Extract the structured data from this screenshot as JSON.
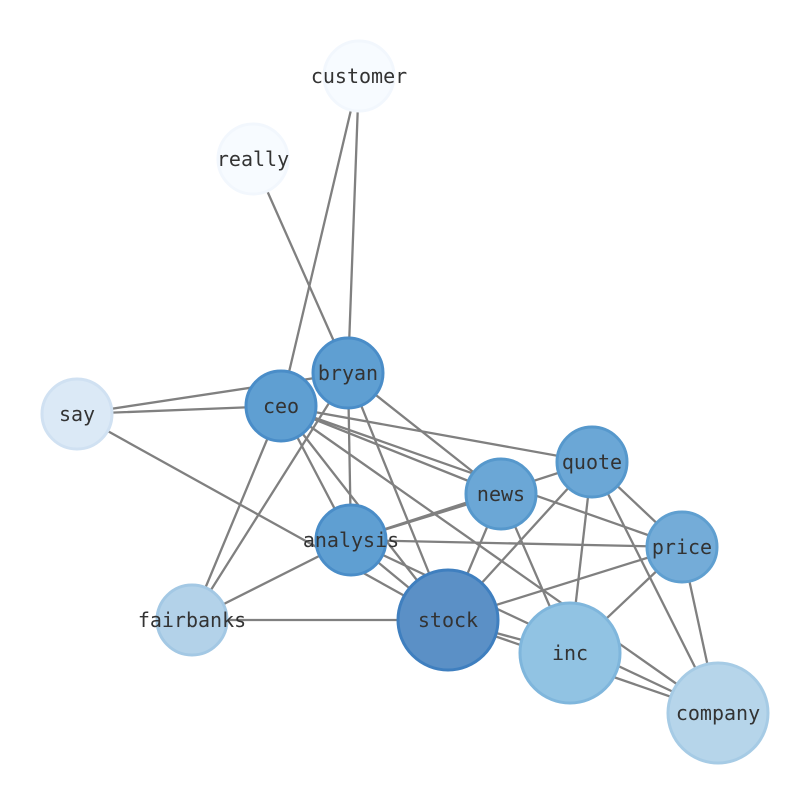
{
  "graph": {
    "nodes": [
      {
        "id": "customer",
        "label": "customer",
        "fill": "#f7fbff",
        "stroke": "#f2f7fd"
      },
      {
        "id": "really",
        "label": "really",
        "fill": "#f7fbff",
        "stroke": "#f2f7fd"
      },
      {
        "id": "say",
        "label": "say",
        "fill": "#dbe9f6",
        "stroke": "#d0e1f2"
      },
      {
        "id": "bryan",
        "label": "bryan",
        "fill": "#5f9fd2",
        "stroke": "#4a8dc8"
      },
      {
        "id": "ceo",
        "label": "ceo",
        "fill": "#5f9fd2",
        "stroke": "#4a8dc8"
      },
      {
        "id": "quote",
        "label": "quote",
        "fill": "#6ba7d6",
        "stroke": "#5698cc"
      },
      {
        "id": "news",
        "label": "news",
        "fill": "#6ba7d6",
        "stroke": "#5698cc"
      },
      {
        "id": "price",
        "label": "price",
        "fill": "#74acd8",
        "stroke": "#5f9fd0"
      },
      {
        "id": "analysis",
        "label": "analysis",
        "fill": "#5f9fd2",
        "stroke": "#4a8dc8"
      },
      {
        "id": "fairbanks",
        "label": "fairbanks",
        "fill": "#b3d2e9",
        "stroke": "#a3c8e4"
      },
      {
        "id": "stock",
        "label": "stock",
        "fill": "#5b90c6",
        "stroke": "#3f7fbf"
      },
      {
        "id": "inc",
        "label": "inc",
        "fill": "#91c3e3",
        "stroke": "#7fb6dc"
      },
      {
        "id": "company",
        "label": "company",
        "fill": "#b6d5ea",
        "stroke": "#a6cbe5"
      }
    ],
    "edges": [
      [
        "customer",
        "bryan"
      ],
      [
        "customer",
        "ceo"
      ],
      [
        "really",
        "bryan"
      ],
      [
        "say",
        "bryan"
      ],
      [
        "say",
        "ceo"
      ],
      [
        "say",
        "stock"
      ],
      [
        "bryan",
        "news"
      ],
      [
        "bryan",
        "analysis"
      ],
      [
        "bryan",
        "stock"
      ],
      [
        "bryan",
        "fairbanks"
      ],
      [
        "ceo",
        "quote"
      ],
      [
        "ceo",
        "news"
      ],
      [
        "ceo",
        "price"
      ],
      [
        "ceo",
        "analysis"
      ],
      [
        "ceo",
        "stock"
      ],
      [
        "ceo",
        "fairbanks"
      ],
      [
        "ceo",
        "company"
      ],
      [
        "quote",
        "analysis"
      ],
      [
        "quote",
        "price"
      ],
      [
        "quote",
        "stock"
      ],
      [
        "quote",
        "inc"
      ],
      [
        "quote",
        "company"
      ],
      [
        "news",
        "analysis"
      ],
      [
        "news",
        "stock"
      ],
      [
        "news",
        "inc"
      ],
      [
        "price",
        "analysis"
      ],
      [
        "price",
        "stock"
      ],
      [
        "price",
        "inc"
      ],
      [
        "price",
        "company"
      ],
      [
        "analysis",
        "fairbanks"
      ],
      [
        "analysis",
        "stock"
      ],
      [
        "fairbanks",
        "stock"
      ],
      [
        "stock",
        "inc"
      ],
      [
        "stock",
        "company"
      ],
      [
        "analysis",
        "company"
      ]
    ]
  }
}
